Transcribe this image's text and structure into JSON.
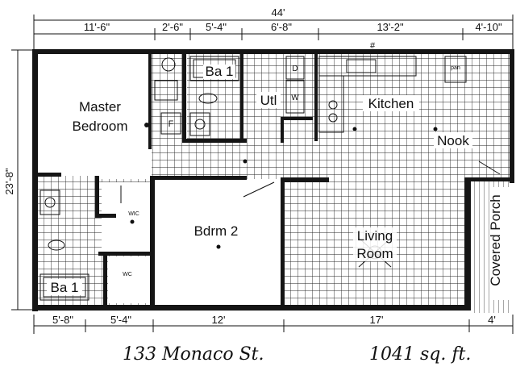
{
  "dimensions": {
    "overall_width": "44'",
    "top": [
      "11'-6\"",
      "2'-6\"",
      "5'-4\"",
      "6'-8\"",
      "13'-2\"",
      "4'-10\""
    ],
    "bottom": [
      "5'-8\"",
      "5'-4\"",
      "12'",
      "17'",
      "4'"
    ],
    "overall_depth": "23'-8\""
  },
  "rooms": {
    "master_line1": "Master",
    "master_line2": "Bedroom",
    "bath1_top": "Ba 1",
    "utility": "Utl",
    "kitchen": "Kitchen",
    "nook": "Nook",
    "bedroom2": "Bdrm 2",
    "living_line1": "Living",
    "living_line2": "Room",
    "bath1_bottom": "Ba 1",
    "covered_porch": "Covered Porch"
  },
  "fixtures": {
    "wic": "WIC",
    "wc": "WC",
    "washer": "W",
    "dryer": "D",
    "range_label": "#",
    "pan_label": "pan",
    "furnace": "F"
  },
  "caption": {
    "address": "133 Monaco St.",
    "area": "1041 sq. ft."
  }
}
